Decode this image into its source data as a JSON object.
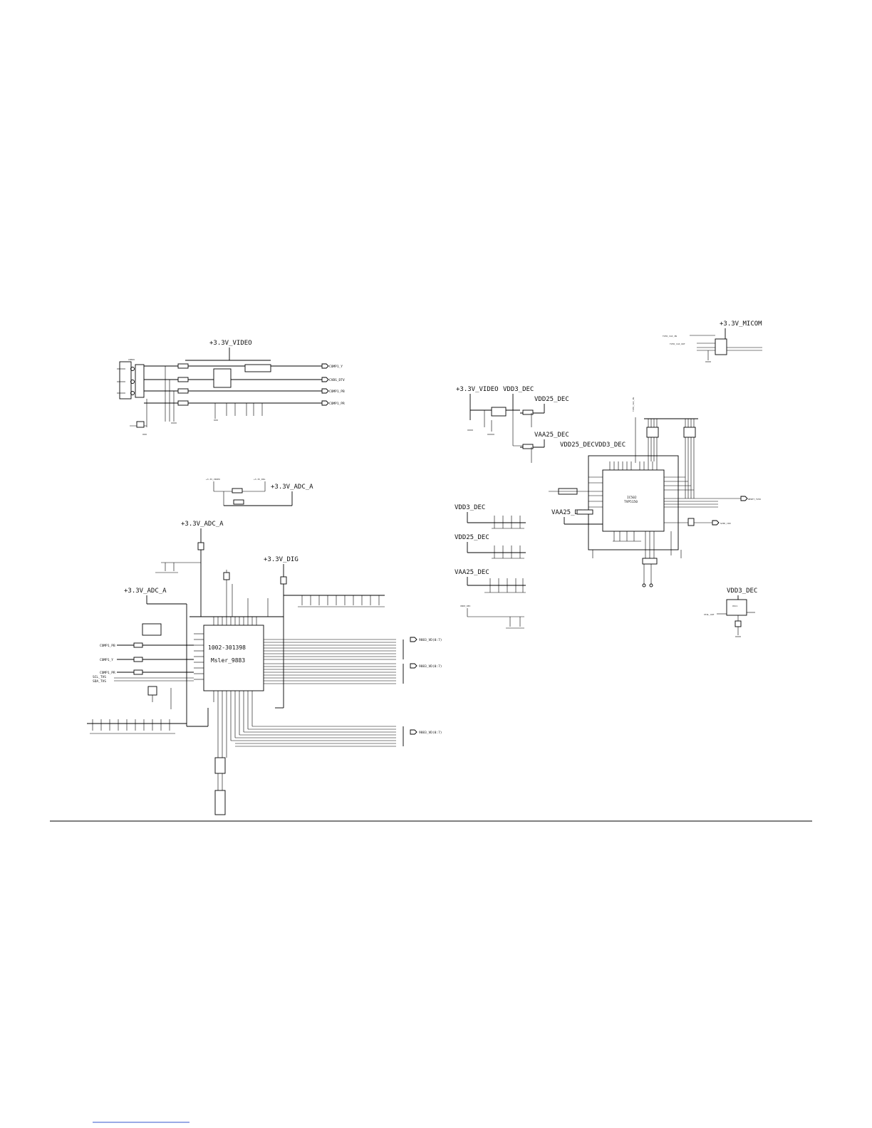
{
  "rails": {
    "video_top": "+3.3V_VIDEO",
    "micom": "+3.3V_MICOM",
    "adc_a_top": "+3.3V_ADC_A",
    "adc_a_mid": "+3.3V_ADC_A",
    "adc_a_left": "+3.3V_ADC_A",
    "dig": "+3.3V_DIG",
    "video_dec": "+3.3V_VIDEO",
    "vdd3_dec": "VDD3_DEC",
    "vdd25_dec": "VDD25_DEC",
    "vaa25_dec": "VAA25_DEC",
    "vdd25_vdd3_dec": "VDD25_DECVDD3_DEC",
    "vaa25_side": "VAA25_DEC",
    "vdd3_b1": "VDD3_DEC",
    "vdd25_b2": "VDD25_DEC",
    "vaa25_b3": "VAA25_DEC",
    "vdd3_b4": "VDD3_DEC",
    "vdd3_osc": "VDD3_DEC",
    "small_video": "+3.3V_VIDEO",
    "small_dig": "+3.3V_DIG"
  },
  "nets": {
    "comp_y": "COMP1_Y",
    "cvbs": "CVBS_DTV",
    "comp_pb": "COMP1_PB",
    "comp_pr": "COMP1_PR",
    "in_pb": "COMP1_PB",
    "in_y": "COMP1_Y",
    "in_pr": "COMP1_PR",
    "scl": "SCL_TVS",
    "sda": "SDA_TVS",
    "bus1": "9883_VD(0:7)",
    "bus2": "9883_VD(0:7)",
    "bus3": "9883_VD(0:7)",
    "reset": "RESET_TVS5",
    "svid": "SVID_CIN",
    "clk_in": "TVS5_CLK_IN",
    "clk_out": "TVS5_CLK_OUT",
    "clk_vert": "TVS5_CLK_IN",
    "xtal": "XTAL_OUT"
  },
  "parts": {
    "adc_part_no": "1002-301398",
    "adc_name": "Msler_9883",
    "decoder_ref": "IC502",
    "decoder_name": "TVP5150",
    "osc_ref": "OSC1",
    "conn_ref": "CN506"
  }
}
